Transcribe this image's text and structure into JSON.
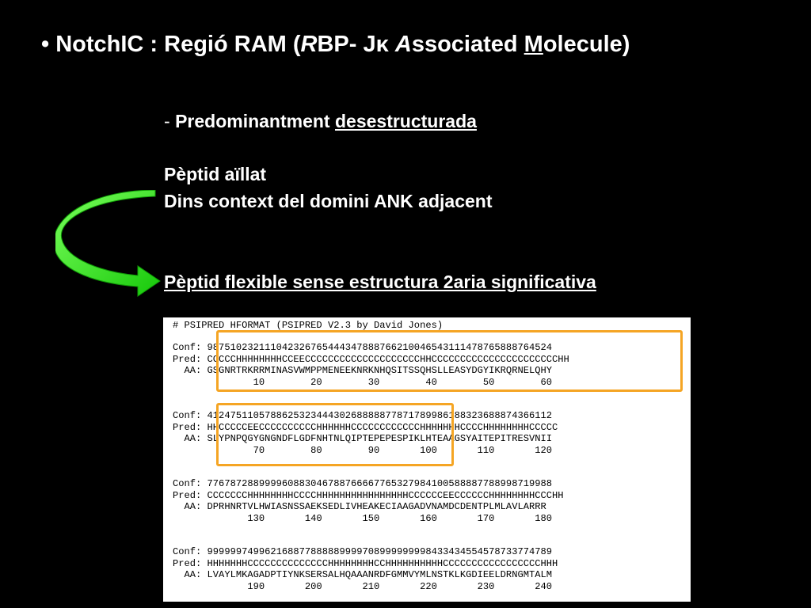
{
  "title": {
    "bullet": "•",
    "part1": "NotchIC : Regió RAM (",
    "r": "R",
    "part2": "BP- J",
    "kappa": "κ",
    "a": "A",
    "part3": "ssociated ",
    "m": "M",
    "part4": "olecule)"
  },
  "lines": {
    "dash": "-",
    "line1_prefix": "Predominantment ",
    "line1_underlined": "desestructurada",
    "line2": "Pèptid aïllat",
    "line3": "Dins context del domini ANK adjacent",
    "line4": "Pèptid flexible sense estructura 2aria significativa"
  },
  "arrow": {
    "color": "#22dd11",
    "icon": "curved-arrow-icon"
  },
  "psipred": {
    "header": "# PSIPRED HFORMAT (PSIPRED V2.3 by David Jones)",
    "highlight_color": "#f5a524",
    "blocks": [
      {
        "conf": "Conf: 987510232111042326765444347888766210046543111478765888764524",
        "pred": "Pred: CCCCCHHHHHHHHCCEECCCCCCCCCCCCCCCCCCCCHHCCCCCCCCCCCCCCCCCCCCCCHH",
        "aa": "  AA: GSGNRTRKRRMINASVWMPPMENEEKNRKNHQSITSSQHSLLEASYDGYIKRQRNELQHY",
        "nums": "              10        20        30        40        50        60"
      },
      {
        "conf": "Conf: 412475110578862532344430268888877871789986188323688874366112",
        "pred": "Pred: HHCCCCCEECCCCCCCCCCHHHHHHCCCCCCCCCCCCHHHHHHHCCCCHHHHHHHHCCCCC",
        "aa": "  AA: SLYPNPQGYGNGNDFLGDFNHTNLQIPTEPEPESPIKLHTEAAGSYAITEPITRESVNII",
        "nums": "              70        80        90       100       110       120"
      },
      {
        "conf": "Conf: 776787288999960883046788766667765327984100588887788998719988",
        "pred": "Pred: CCCCCCCHHHHHHHHCCCCHHHHHHHHHHHHHHHHCCCCCCEECCCCCCHHHHHHHHCCCHH",
        "aa": "  AA: DPRHNRTVLHWIASNSSAEKSEDLIVHEAKECIAAGADVNAMDCDENTPLMLAVLARRR",
        "nums": "             130       140       150       160       170       180"
      },
      {
        "conf": "Conf: 999999749962168877888889999708999999998433434554578733774789",
        "pred": "Pred: HHHHHHHCCCCCCCCCCCCCCHHHHHHHHCCHHHHHHHHHHCCCCCCCCCCCCCCCCCHHH",
        "aa": "  AA: LVAYLMKAGADPTIYNKSERSALHQAAANRDFGMMVYMLNSTKLKGDIEELDRNGMTALM",
        "nums": "             190       200       210       220       230       240"
      }
    ]
  }
}
